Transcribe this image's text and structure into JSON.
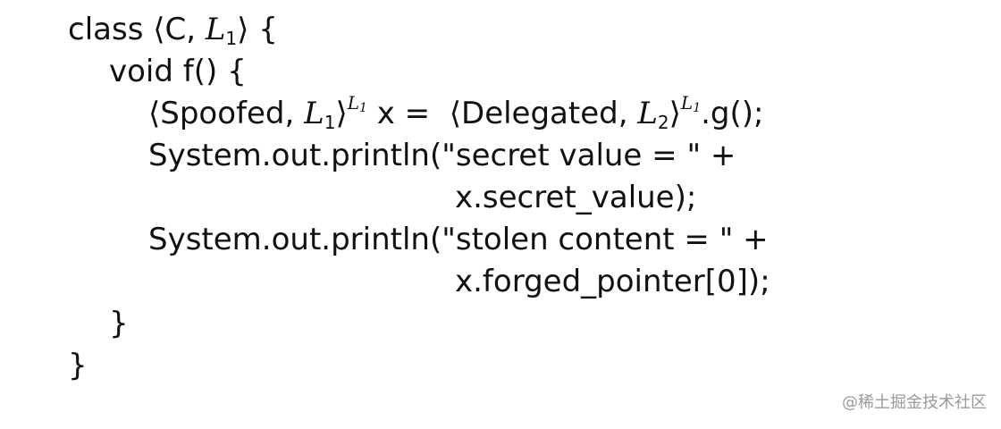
{
  "code": {
    "l1": {
      "kw": "class ",
      "open": "⟨",
      "name": "C, ",
      "mvar": "L",
      "sub": "1",
      "close": "⟩",
      "tail": " {"
    },
    "l2": {
      "text": "void f() {"
    },
    "l3": {
      "open1": "⟨",
      "name1": "Spoofed, ",
      "mvar1": "L",
      "sub1": "1",
      "close1": "⟩",
      "sup1": "L",
      "supsub1": "1",
      "mid": " x =  ",
      "open2": "⟨",
      "name2": "Delegated, ",
      "mvar2": "L",
      "sub2": "2",
      "close2": "⟩",
      "sup2": "L",
      "supsub2": "1",
      "tail": ".g();"
    },
    "l4": {
      "text": "System.out.println(\"secret value = \" +"
    },
    "l5": {
      "text": "x.secret_value);"
    },
    "l6": {
      "text": "System.out.println(\"stolen content = \" +"
    },
    "l7": {
      "text": "x.forged_pointer[0]);"
    },
    "l8": {
      "text": "}"
    },
    "l9": {
      "text": "}"
    }
  },
  "watermark": "@稀土掘金技术社区"
}
